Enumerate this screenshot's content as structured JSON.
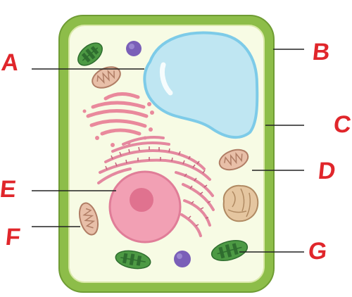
{
  "labels": {
    "a": "A",
    "b": "B",
    "c": "C",
    "d": "D",
    "e": "E",
    "f": "F",
    "g": "G"
  },
  "colors": {
    "cell_wall": "#8dbd49",
    "cell_wall_edge": "#6f9c34",
    "cytoplasm": "#f7fbe4",
    "vacuole_fill": "#bfe6f2",
    "vacuole_edge": "#7dcbe8",
    "nucleus": "#f2a0b4",
    "nucleolus": "#e0728f",
    "er_pink": "#e4889f",
    "golgi_pink": "#e9899c",
    "mitochondria": "#e8bfa8",
    "chloroplast": "#4d9a44",
    "chloroplast_dark": "#2f6d2f",
    "small_body": "#7a5fb8",
    "amyloplast": "#e5c6a0",
    "label_red": "#e0262b",
    "leader_line": "#222222"
  },
  "icons": {
    "cell_wall": "cell-wall-icon",
    "vacuole": "vacuole-icon",
    "nucleus": "nucleus-icon",
    "chloroplast": "chloroplast-icon",
    "mitochondrion": "mitochondrion-icon"
  }
}
